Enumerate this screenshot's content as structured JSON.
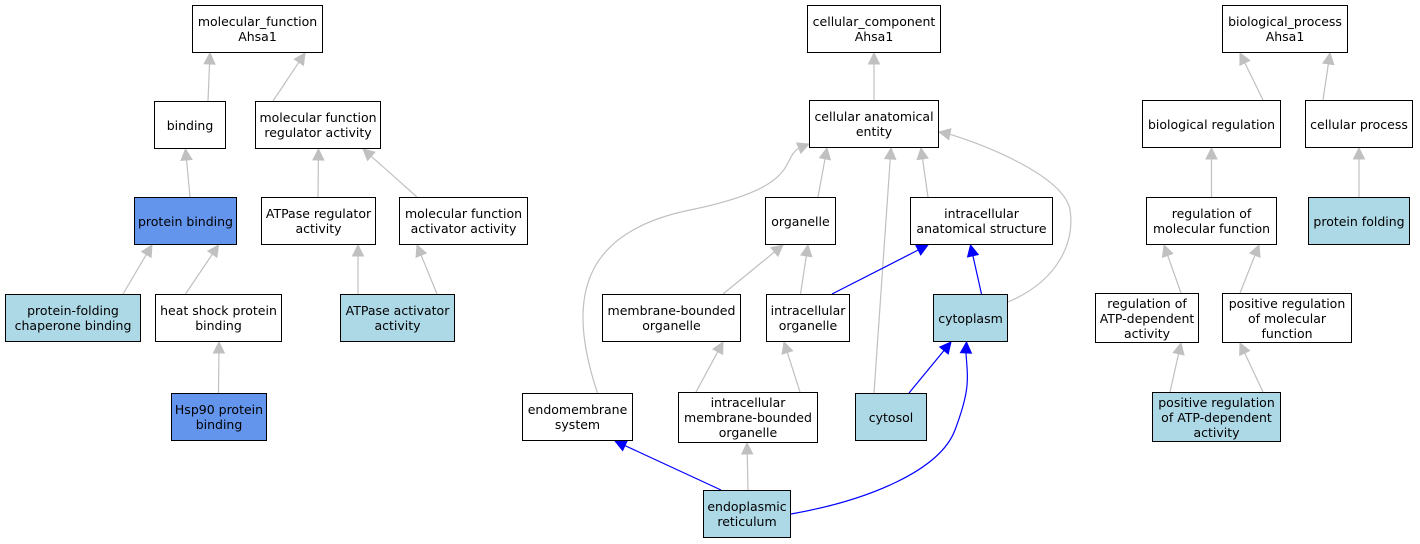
{
  "styles": {
    "default_fill": "#ffffff",
    "annotated_fill": "#add8e6",
    "highlight_fill": "#6495ed",
    "edge_gray": "#c0c0c0",
    "edge_blue": "#0000ff"
  },
  "nodes": {
    "mf_root": {
      "label": "molecular_function\nAhsa1",
      "style": "default"
    },
    "binding": {
      "label": "binding",
      "style": "default"
    },
    "mfra": {
      "label": "molecular function\nregulator activity",
      "style": "default"
    },
    "pbind": {
      "label": "protein binding",
      "style": "highlight"
    },
    "atpreg": {
      "label": "ATPase regulator\nactivity",
      "style": "default"
    },
    "mfact": {
      "label": "molecular function\nactivator activity",
      "style": "default"
    },
    "pfcb": {
      "label": "protein-folding\nchaperone binding",
      "style": "annotated"
    },
    "hspb": {
      "label": "heat shock protein\nbinding",
      "style": "default"
    },
    "atpact": {
      "label": "ATPase activator\nactivity",
      "style": "annotated"
    },
    "hsp90": {
      "label": "Hsp90 protein\nbinding",
      "style": "highlight"
    },
    "cc_root": {
      "label": "cellular_component\nAhsa1",
      "style": "default"
    },
    "cae": {
      "label": "cellular anatomical\nentity",
      "style": "default"
    },
    "organelle": {
      "label": "organelle",
      "style": "default"
    },
    "ias": {
      "label": "intracellular\nanatomical structure",
      "style": "default"
    },
    "mbo": {
      "label": "membrane-bounded\norganelle",
      "style": "default"
    },
    "io": {
      "label": "intracellular\norganelle",
      "style": "default"
    },
    "cyto": {
      "label": "cytoplasm",
      "style": "annotated"
    },
    "endo": {
      "label": "endomembrane\nsystem",
      "style": "default"
    },
    "imbo": {
      "label": "intracellular\nmembrane-bounded\norganelle",
      "style": "default"
    },
    "cytosol": {
      "label": "cytosol",
      "style": "annotated"
    },
    "er": {
      "label": "endoplasmic\nreticulum",
      "style": "annotated"
    },
    "bp_root": {
      "label": "biological_process\nAhsa1",
      "style": "default"
    },
    "bioreg": {
      "label": "biological regulation",
      "style": "default"
    },
    "cellproc": {
      "label": "cellular process",
      "style": "default"
    },
    "regmf": {
      "label": "regulation of\nmolecular function",
      "style": "default"
    },
    "pfold": {
      "label": "protein folding",
      "style": "annotated"
    },
    "regatp": {
      "label": "regulation of\nATP-dependent\nactivity",
      "style": "default"
    },
    "posregmf": {
      "label": "positive regulation\nof molecular\nfunction",
      "style": "default"
    },
    "posregatp": {
      "label": "positive regulation\nof ATP-dependent\nactivity",
      "style": "annotated"
    }
  },
  "edges": [
    {
      "from": "binding",
      "to": "mf_root",
      "color": "gray"
    },
    {
      "from": "mfra",
      "to": "mf_root",
      "color": "gray"
    },
    {
      "from": "pbind",
      "to": "binding",
      "color": "gray"
    },
    {
      "from": "atpreg",
      "to": "mfra",
      "color": "gray"
    },
    {
      "from": "mfact",
      "to": "mfra",
      "color": "gray"
    },
    {
      "from": "pfcb",
      "to": "pbind",
      "color": "gray"
    },
    {
      "from": "hspb",
      "to": "pbind",
      "color": "gray"
    },
    {
      "from": "atpact",
      "to": "atpreg",
      "color": "gray"
    },
    {
      "from": "atpact",
      "to": "mfact",
      "color": "gray"
    },
    {
      "from": "hsp90",
      "to": "hspb",
      "color": "gray"
    },
    {
      "from": "cae",
      "to": "cc_root",
      "color": "gray"
    },
    {
      "from": "organelle",
      "to": "cae",
      "color": "gray"
    },
    {
      "from": "ias",
      "to": "cae",
      "color": "gray"
    },
    {
      "from": "endo",
      "to": "cae",
      "color": "gray",
      "curve": "endo"
    },
    {
      "from": "cytosol",
      "to": "cae",
      "color": "gray"
    },
    {
      "from": "cyto",
      "to": "cae",
      "color": "gray",
      "curve": "cyto"
    },
    {
      "from": "mbo",
      "to": "organelle",
      "color": "gray"
    },
    {
      "from": "io",
      "to": "organelle",
      "color": "gray"
    },
    {
      "from": "io",
      "to": "ias",
      "color": "blue"
    },
    {
      "from": "cyto",
      "to": "ias",
      "color": "blue"
    },
    {
      "from": "imbo",
      "to": "mbo",
      "color": "gray"
    },
    {
      "from": "imbo",
      "to": "io",
      "color": "gray"
    },
    {
      "from": "cytosol",
      "to": "cyto",
      "color": "blue"
    },
    {
      "from": "er",
      "to": "endo",
      "color": "blue"
    },
    {
      "from": "er",
      "to": "imbo",
      "color": "gray"
    },
    {
      "from": "er",
      "to": "cyto",
      "color": "blue",
      "curve": "er"
    },
    {
      "from": "bioreg",
      "to": "bp_root",
      "color": "gray"
    },
    {
      "from": "cellproc",
      "to": "bp_root",
      "color": "gray"
    },
    {
      "from": "regmf",
      "to": "bioreg",
      "color": "gray"
    },
    {
      "from": "pfold",
      "to": "cellproc",
      "color": "gray"
    },
    {
      "from": "regatp",
      "to": "regmf",
      "color": "gray"
    },
    {
      "from": "posregmf",
      "to": "regmf",
      "color": "gray"
    },
    {
      "from": "posregatp",
      "to": "regatp",
      "color": "gray"
    },
    {
      "from": "posregatp",
      "to": "posregmf",
      "color": "gray"
    }
  ]
}
